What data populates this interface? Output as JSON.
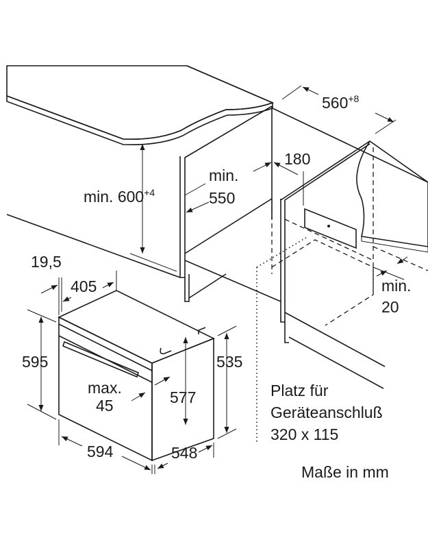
{
  "title": "Oven installation dimensions",
  "colors": {
    "line": "#1a1a1a",
    "surface": "#e3e3e3",
    "background": "#ffffff"
  },
  "labels": {
    "niche_width": "560",
    "niche_width_tol": "+8",
    "niche_height": "min. 600",
    "niche_height_tol": "+4",
    "depth_min": "min.",
    "depth_value": "550",
    "gap_180": "180",
    "back_min": "min.",
    "back_value": "20",
    "front_19_5": "19,5",
    "front_405": "405",
    "oven_height": "595",
    "panel_max": "max.",
    "panel_value": "45",
    "oven_577": "577",
    "oven_535": "535",
    "oven_width": "594",
    "oven_depth": "548",
    "connection_line1": "Platz für",
    "connection_line2": "Geräteanschluß",
    "connection_line3": "320 x 115",
    "units": "Maße in mm"
  }
}
